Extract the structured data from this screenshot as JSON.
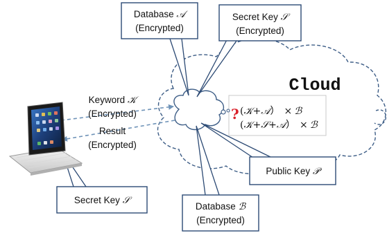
{
  "colors": {
    "box_border": "#2c4a74",
    "arrow": "#6f93b8",
    "cloud_edge": "#3d5d86",
    "question": "#d9202a",
    "text": "#111111"
  },
  "cloud": {
    "title": "Cloud"
  },
  "boxes": {
    "database_a": {
      "line1": "Database ",
      "sym": "𝒜",
      "line2": "(Encrypted)"
    },
    "secret_key_top": {
      "line1": "Secret  Key ",
      "sym": "𝒮",
      "line2": "(Encrypted)"
    },
    "public_key": {
      "line1": "Public Key ",
      "sym": "𝒫"
    },
    "database_b": {
      "line1": "Database ",
      "sym": "ℬ",
      "line2": "(Encrypted)"
    },
    "secret_key_bottom": {
      "line1": "Secret  Key ",
      "sym": "𝒮"
    }
  },
  "arrows": {
    "keyword": {
      "line1": "Keyword ",
      "sym": "𝒦",
      "line2": "(Encrypted)"
    },
    "result": {
      "line1": "Result",
      "line2": "(Encrypted)"
    }
  },
  "formulas": {
    "mark": "?",
    "row1": {
      "open": "(",
      "k": "𝒦",
      "plus1": "+",
      "a": "𝒜",
      "close": "）",
      "times": "×",
      "b": "ℬ"
    },
    "row2": {
      "open": "(",
      "k": "𝒦",
      "plus1": "+",
      "s": "𝒮",
      "plus2": "+",
      "a": "𝒜",
      "close": "）",
      "times": "×",
      "b": "ℬ"
    }
  },
  "device": {
    "name": "iPad with keyboard"
  }
}
